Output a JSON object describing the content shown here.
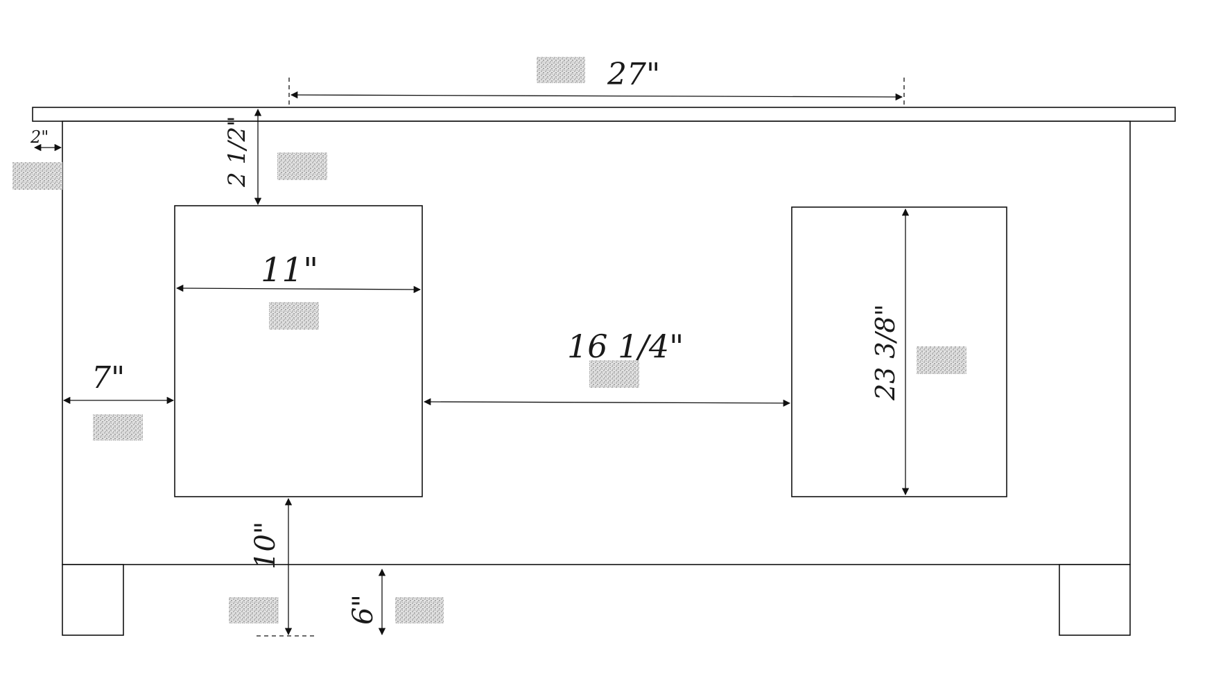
{
  "diagram": {
    "colors": {
      "ink": "#111111",
      "paper": "#ffffff",
      "redaction": "#c8c8c8"
    },
    "dimensions": {
      "top_span": "27\"",
      "left_overhang": "2\"",
      "top_to_cutout": "2 1/2\"",
      "cutout_width": "11\"",
      "side_margin": "7\"",
      "between_cutouts": "16 1/4\"",
      "cutout_height": "23 3/8\"",
      "cutout_to_floor": "10\"",
      "leg_height": "6\""
    },
    "redaction_marks": 9
  }
}
